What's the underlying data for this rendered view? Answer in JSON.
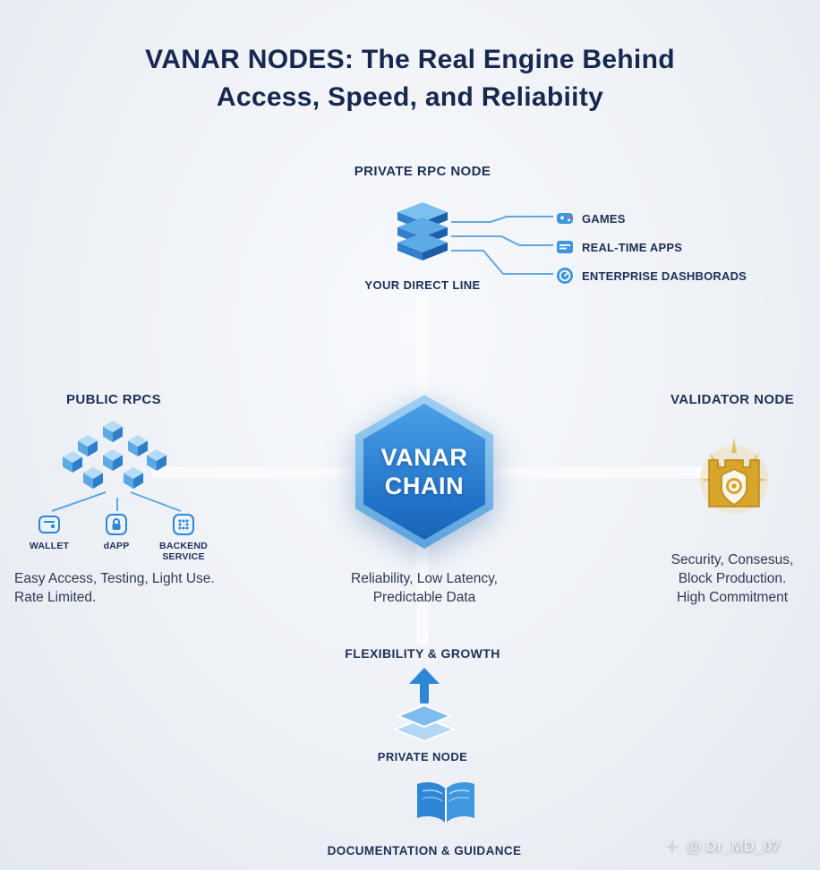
{
  "title": {
    "line1": "VANAR NODES: The Real Engine Behind",
    "line2": "Access, Speed, and Reliabiity"
  },
  "private_rpc": {
    "label": "PRIVATE RPC NODE",
    "sublabel": "YOUR DIRECT LINE",
    "connections": [
      {
        "label": "GAMES",
        "icon": "gamepad-icon"
      },
      {
        "label": "REAL-TIME APPS",
        "icon": "app-window-icon"
      },
      {
        "label": "ENTERPRISE DASHBORADS",
        "icon": "gauge-icon"
      }
    ]
  },
  "public_rpcs": {
    "label": "PUBLIC RPCS",
    "clients": [
      {
        "label": "WALLET",
        "icon": "wallet-icon"
      },
      {
        "label": "dAPP",
        "icon": "dapp-lock-icon"
      },
      {
        "label": "BACKEND SERVICE",
        "icon": "backend-dots-icon"
      }
    ],
    "description_line1": "Easy Access, Testing, Light Use.",
    "description_line2": "Rate Limited."
  },
  "center": {
    "name_line1": "VANAR",
    "name_line2": "CHAIN",
    "description_line1": "Reliability, Low Latency,",
    "description_line2": "Predictable Data"
  },
  "validator": {
    "label": "VALIDATOR NODE",
    "description_line1": "Security, Consesus,",
    "description_line2": "Block Production.",
    "description_line3": "High Commitment"
  },
  "private_node": {
    "label": "FLEXIBILITY & GROWTH",
    "sublabel": "PRIVATE NODE"
  },
  "documentation": {
    "label": "DOCUMENTATION & GUIDANCE"
  },
  "watermark": "@ Dr_MD_07",
  "colors": {
    "accent_blue": "#2e86d8",
    "navy": "#1e3058",
    "gold": "#d9a42a"
  }
}
